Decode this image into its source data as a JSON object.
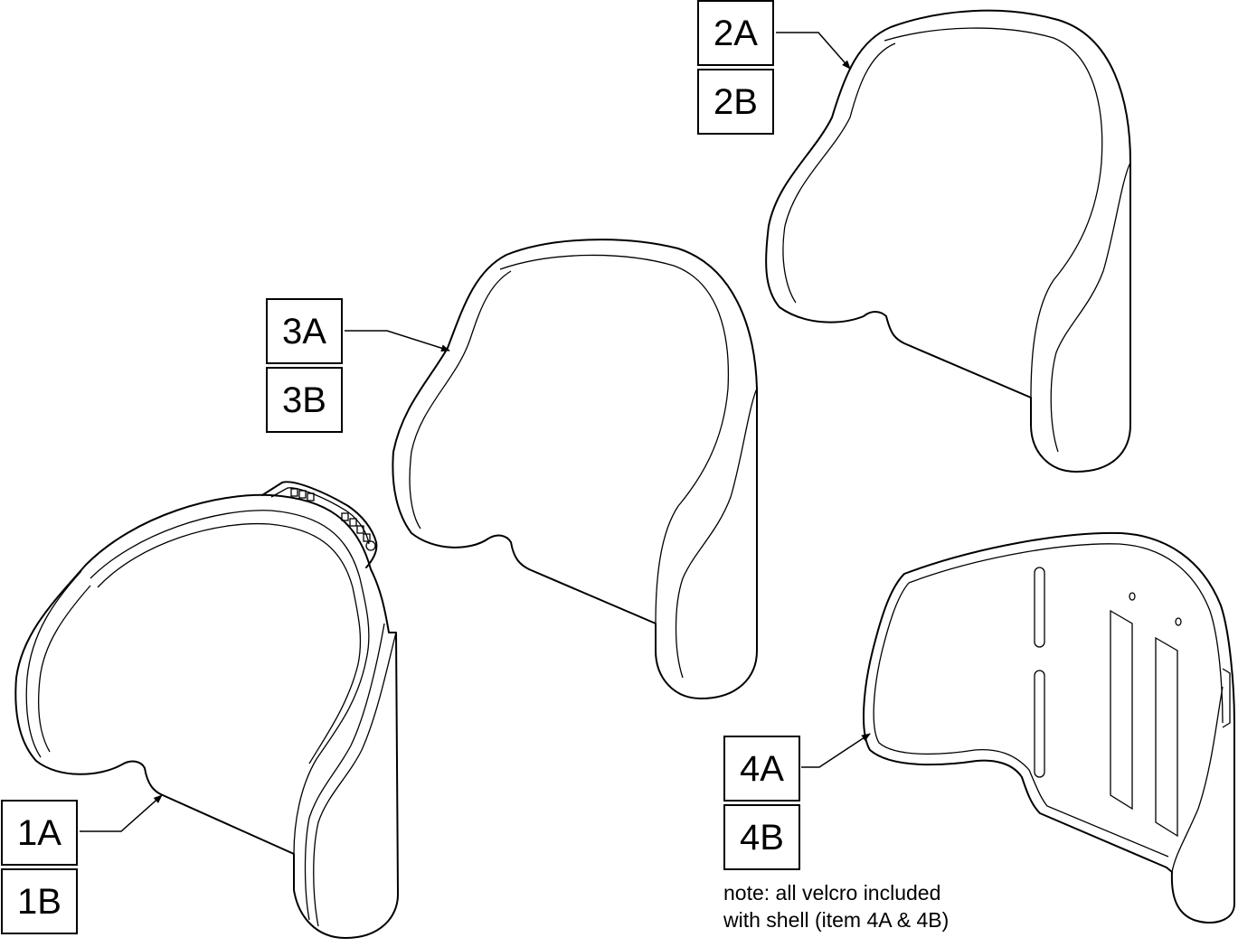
{
  "labels": {
    "part1": {
      "a": "1A",
      "b": "1B"
    },
    "part2": {
      "a": "2A",
      "b": "2B"
    },
    "part3": {
      "a": "3A",
      "b": "3B"
    },
    "part4": {
      "a": "4A",
      "b": "4B"
    }
  },
  "note": {
    "line1": "note: all velcro included",
    "line2": "with shell (item 4A & 4B)"
  }
}
